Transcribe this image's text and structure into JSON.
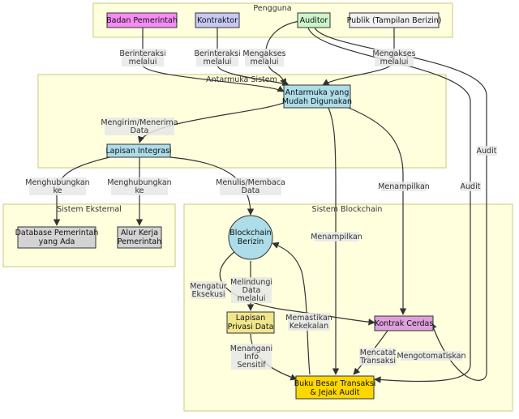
{
  "clusters": {
    "pengguna": "Pengguna",
    "antarmuka_sistem": "Antarmuka Sistem",
    "sistem_eksternal": "Sistem Eksternal",
    "sistem_blockchain": "Sistem Blockchain"
  },
  "nodes": {
    "badan_pemerintah": [
      "Badan Pemerintah"
    ],
    "kontraktor": [
      "Kontraktor"
    ],
    "auditor": [
      "Auditor"
    ],
    "publik": [
      "Publik (Tampilan Berizin)"
    ],
    "antarmuka": [
      "Antarmuka yang",
      "Mudah Digunakan"
    ],
    "lapisan_integrasi": [
      "Lapisan Integrasi"
    ],
    "database": [
      "Database Pemerintah",
      "yang Ada"
    ],
    "alur_kerja": [
      "Alur Kerja",
      "Pemerintah"
    ],
    "blockchain": [
      "Blockchain",
      "Berizin"
    ],
    "lapisan_privasi": [
      "Lapisan",
      "Privasi Data"
    ],
    "kontrak_cerdas": [
      "Kontrak Cerdas"
    ],
    "buku_besar": [
      "Buku Besar Transaksi",
      "& Jejak Audit"
    ]
  },
  "edges": {
    "bp_berinteraksi": [
      "Berinteraksi",
      "melalui"
    ],
    "k_berinteraksi": [
      "Berinteraksi",
      "melalui"
    ],
    "a_mengakses": [
      "Mengakses",
      "melalui"
    ],
    "p_mengakses": [
      "Mengakses",
      "melalui"
    ],
    "audit_1": [
      "Audit"
    ],
    "audit_2": [
      "Audit"
    ],
    "mengirim": [
      "Mengirim/Menerima",
      "Data"
    ],
    "menghubungkan_1": [
      "Menghubungkan",
      "ke"
    ],
    "menghubungkan_2": [
      "Menghubungkan",
      "ke"
    ],
    "menulis": [
      "Menulis/Membaca",
      "Data"
    ],
    "menampilkan_1": [
      "Menampilkan"
    ],
    "menampilkan_2": [
      "Menampilkan"
    ],
    "mengatur": [
      "Mengatur",
      "Eksekusi"
    ],
    "melindungi": [
      "Melindungi",
      "Data",
      "melalui"
    ],
    "memastikan": [
      "Memastikan",
      "Kekekalan"
    ],
    "menangani": [
      "Menangani",
      "Info",
      "Sensitif"
    ],
    "mencatat": [
      "Mencatat",
      "Transaksi"
    ],
    "mengotomatiskan": [
      "Mengotomatiskan"
    ]
  },
  "colors": {
    "cluster_fill": "#ffffde",
    "cluster_stroke": "#c8c87a",
    "edge": "#333333",
    "badan_pemerintah": "#f58cf5",
    "kontraktor": "#c8c8f5",
    "auditor": "#ccf5cc",
    "publik": "#f2f2f2",
    "interface": "#acdde8",
    "external": "#d3d3d3",
    "privasi": "#f0e68c",
    "kontrak": "#dda0dd",
    "buku_besar": "#ffd700"
  }
}
